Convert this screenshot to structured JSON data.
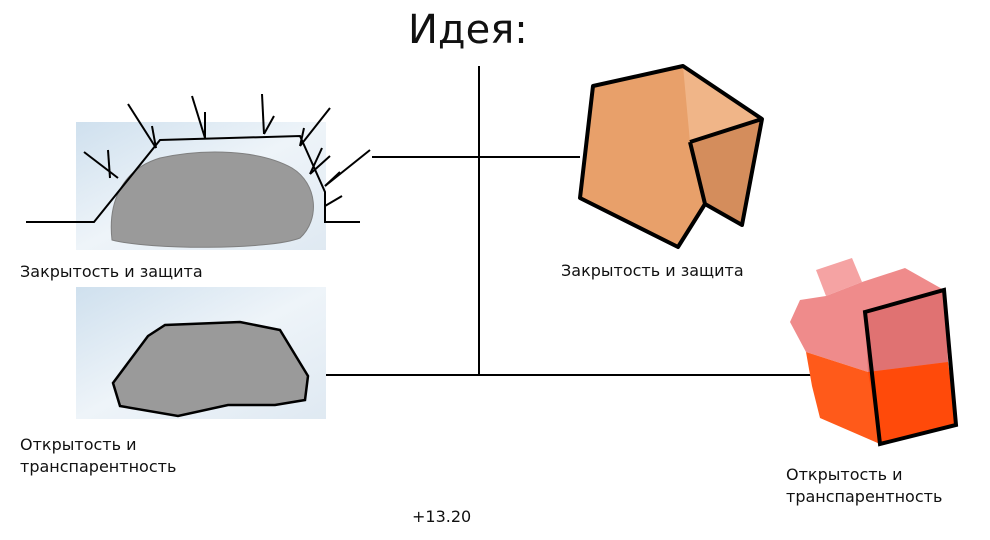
{
  "diagram": {
    "title": "Идея:",
    "left_top_label": "Закрытость и защита",
    "left_bottom_label": [
      "Открытость и",
      "транспарентность"
    ],
    "right_top_label": "Закрытость и защита",
    "right_bottom_label": [
      "Открытость и",
      "транспарентность"
    ],
    "footer": "+13.20"
  },
  "colors": {
    "snow_bg": "#d8e6f0",
    "rock_gray": "#9a9a9a",
    "box_orange": "#e8a06a",
    "box_orange_dark": "#c98654",
    "block_pink": "#ef8b8b",
    "block_red": "#ff5a1a",
    "line": "#000000"
  }
}
